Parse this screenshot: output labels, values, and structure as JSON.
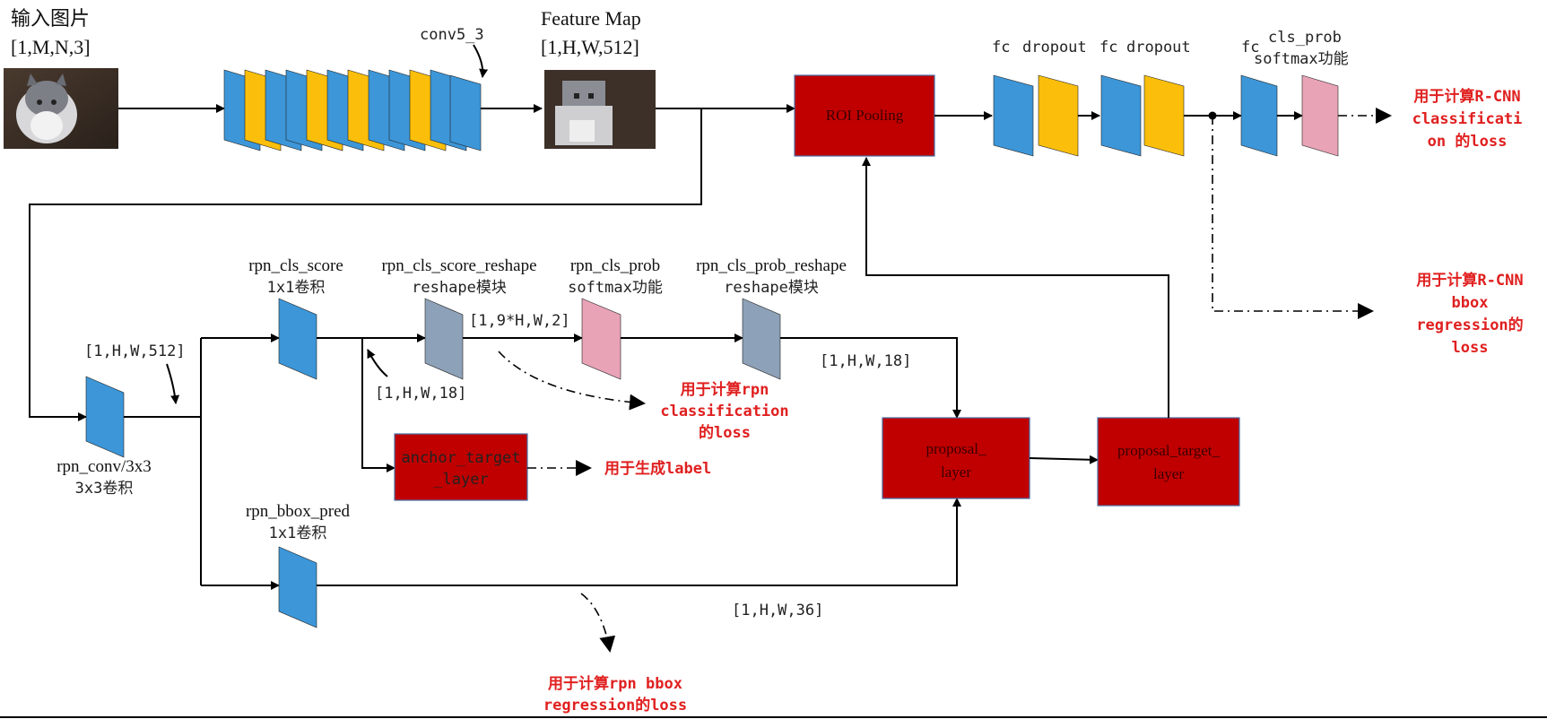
{
  "input": {
    "title": "输入图片",
    "shape": "[1,M,N,3]"
  },
  "conv": {
    "label": "conv5_3"
  },
  "feature_map": {
    "title": "Feature Map",
    "shape": "[1,H,W,512]"
  },
  "roi_pooling": {
    "label": "ROI Pooling"
  },
  "head": {
    "fc1": "fc",
    "dropout1": "dropout",
    "fc2": "fc",
    "dropout2": "dropout",
    "fc3": "fc",
    "cls_prob": "cls_prob",
    "softmax": "softmax功能",
    "cls_loss_1": "用于计算R-CNN",
    "cls_loss_2": "classificati",
    "cls_loss_3": "on 的loss",
    "bbox_loss_1": "用于计算R-CNN",
    "bbox_loss_2": "bbox",
    "bbox_loss_3": "regression的",
    "bbox_loss_4": "loss"
  },
  "rpn": {
    "conv_name": "rpn_conv/3x3",
    "conv_desc": "3x3卷积",
    "conv_shape": "[1,H,W,512]",
    "cls_score": "rpn_cls_score",
    "cls_score_desc": "1x1卷积",
    "cls_score_reshape": "rpn_cls_score_reshape",
    "cls_score_reshape_desc": "reshape模块",
    "score_shape": "[1,H,W,18]",
    "reshape_shape": "[1,9*H,W,2]",
    "cls_prob": "rpn_cls_prob",
    "cls_prob_desc": "softmax功能",
    "cls_prob_reshape": "rpn_cls_prob_reshape",
    "cls_prob_reshape_desc": "reshape模块",
    "prob_shape": "[1,H,W,18]",
    "cls_loss_1": "用于计算rpn",
    "cls_loss_2": "classification",
    "cls_loss_3": "的loss",
    "anchor_target_1": "anchor_target",
    "anchor_target_2": "_layer",
    "label_note": "用于生成label",
    "bbox_pred": "rpn_bbox_pred",
    "bbox_pred_desc": "1x1卷积",
    "bbox_shape": "[1,H,W,36]",
    "bbox_loss_1": "用于计算rpn bbox",
    "bbox_loss_2": "regression的loss",
    "proposal_1": "proposal_",
    "proposal_2": "layer",
    "proposal_target_1": "proposal_target_",
    "proposal_target_2": "layer"
  },
  "colors": {
    "blue": "#3c96d8",
    "yellow": "#fbbf0b",
    "pink": "#e9a3b6",
    "gray": "#8da1b8",
    "box": "#c00000",
    "loss": "#e02020"
  }
}
